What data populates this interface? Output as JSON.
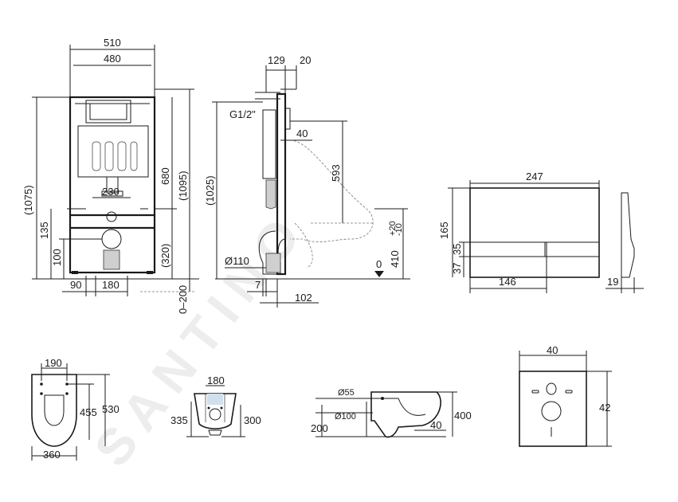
{
  "watermark": "SANTINO",
  "frame_front": {
    "width_outer": "510",
    "width_inner": "480",
    "height_total": "(1075)",
    "height_1095": "(1095)",
    "height_680": "680",
    "height_320": "(320)",
    "width_230": "230",
    "height_135": "135",
    "height_100": "100",
    "offset_90": "90",
    "width_180": "180",
    "floor_range": "0–200"
  },
  "frame_side": {
    "depth_129": "129",
    "depth_20": "20",
    "thread": "G1/2\"",
    "depth_40": "40",
    "height_593": "593",
    "height_1025": "(1025)",
    "height_410": "410",
    "tol_plus": "+20",
    "tol_minus": "-10",
    "pipe_dia": "Ø110",
    "offset_7": "7",
    "offset_102": "102",
    "floor_zero": "0"
  },
  "plate": {
    "width": "247",
    "height": "165",
    "h_35": "35",
    "h_37": "37",
    "w_146": "146",
    "depth_19": "19"
  },
  "bowl_top": {
    "w_190": "190",
    "h_455": "455",
    "h_530": "530",
    "w_360": "360"
  },
  "bowl_back": {
    "w_180": "180",
    "h_335": "335",
    "h_300": "300"
  },
  "bowl_side": {
    "dia_55": "Ø55",
    "dia_100": "Ø100",
    "h_200": "200",
    "h_400": "400",
    "d_40": "40"
  },
  "mat": {
    "w_40": "40",
    "h_42": "42"
  }
}
